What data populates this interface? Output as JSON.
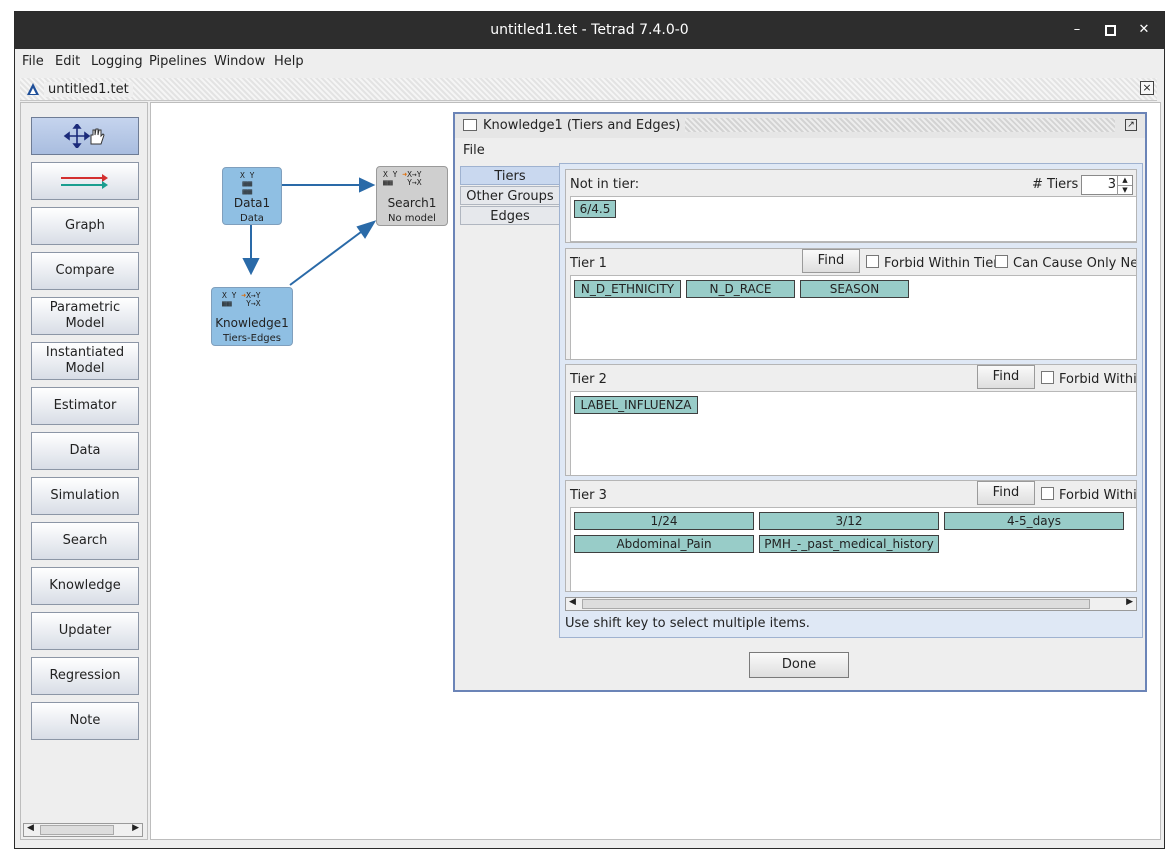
{
  "window": {
    "title": "untitled1.tet - Tetrad 7.4.0-0",
    "minimize": "–",
    "maximize": "▫",
    "close": "✕"
  },
  "menu": [
    "File",
    "Edit",
    "Logging",
    "Pipelines",
    "Window",
    "Help"
  ],
  "document_tab": {
    "title": "untitled1.tet",
    "close": "☒"
  },
  "palette": {
    "tools": [
      {
        "label": "",
        "icon": "move-hand-icon",
        "selected": true
      },
      {
        "label": "",
        "icon": "arrow-edges-icon"
      },
      {
        "label": "Graph"
      },
      {
        "label": "Compare"
      },
      {
        "label": "Parametric\nModel"
      },
      {
        "label": "Instantiated\nModel"
      },
      {
        "label": "Estimator"
      },
      {
        "label": "Data"
      },
      {
        "label": "Simulation"
      },
      {
        "label": "Search"
      },
      {
        "label": "Knowledge"
      },
      {
        "label": "Updater"
      },
      {
        "label": "Regression"
      },
      {
        "label": "Note"
      }
    ]
  },
  "nodes": {
    "data1": {
      "name": "Data1",
      "sub": "Data"
    },
    "knowledge1": {
      "name": "Knowledge1",
      "sub": "Tiers-Edges"
    },
    "search1": {
      "name": "Search1",
      "sub": "No model"
    }
  },
  "dialog": {
    "title": "Knowledge1 (Tiers and Edges)",
    "menu": "File",
    "tabs": [
      "Tiers",
      "Other Groups",
      "Edges"
    ],
    "not_in_tier_label": "Not in tier:",
    "tiers_count_label": "# Tiers =",
    "tiers_count": "3",
    "not_in_tier": [
      "6/4.5"
    ],
    "tier1": {
      "label": "Tier 1",
      "find": "Find",
      "forbid": "Forbid Within Tier",
      "cause_next": "Can Cause Only Next",
      "vars": [
        "N_D_ETHNICITY",
        "N_D_RACE",
        "SEASON"
      ]
    },
    "tier2": {
      "label": "Tier 2",
      "find": "Find",
      "forbid": "Forbid Within",
      "vars": [
        "LABEL_INFLUENZA"
      ]
    },
    "tier3": {
      "label": "Tier 3",
      "find": "Find",
      "forbid": "Forbid Within",
      "vars": [
        "1/24",
        "3/12",
        "4-5_days",
        "Abdominal_Pain",
        "PMH_-_past_medical_history"
      ]
    },
    "hint": "Use shift key to select multiple items.",
    "done": "Done"
  }
}
